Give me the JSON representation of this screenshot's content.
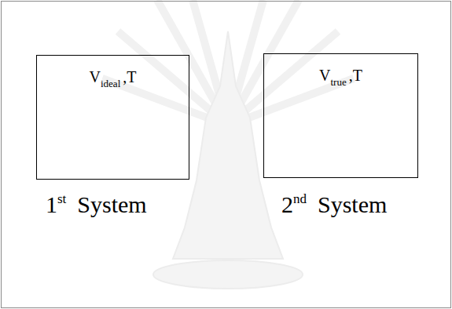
{
  "diagram": {
    "nodes": [
      {
        "text": [
          "V",
          "ideal",
          ",T"
        ]
      },
      {
        "text": [
          "V",
          "true",
          ",T"
        ]
      }
    ],
    "labels": [
      "1",
      "st",
      "System",
      "2",
      "nd",
      "System"
    ]
  }
}
